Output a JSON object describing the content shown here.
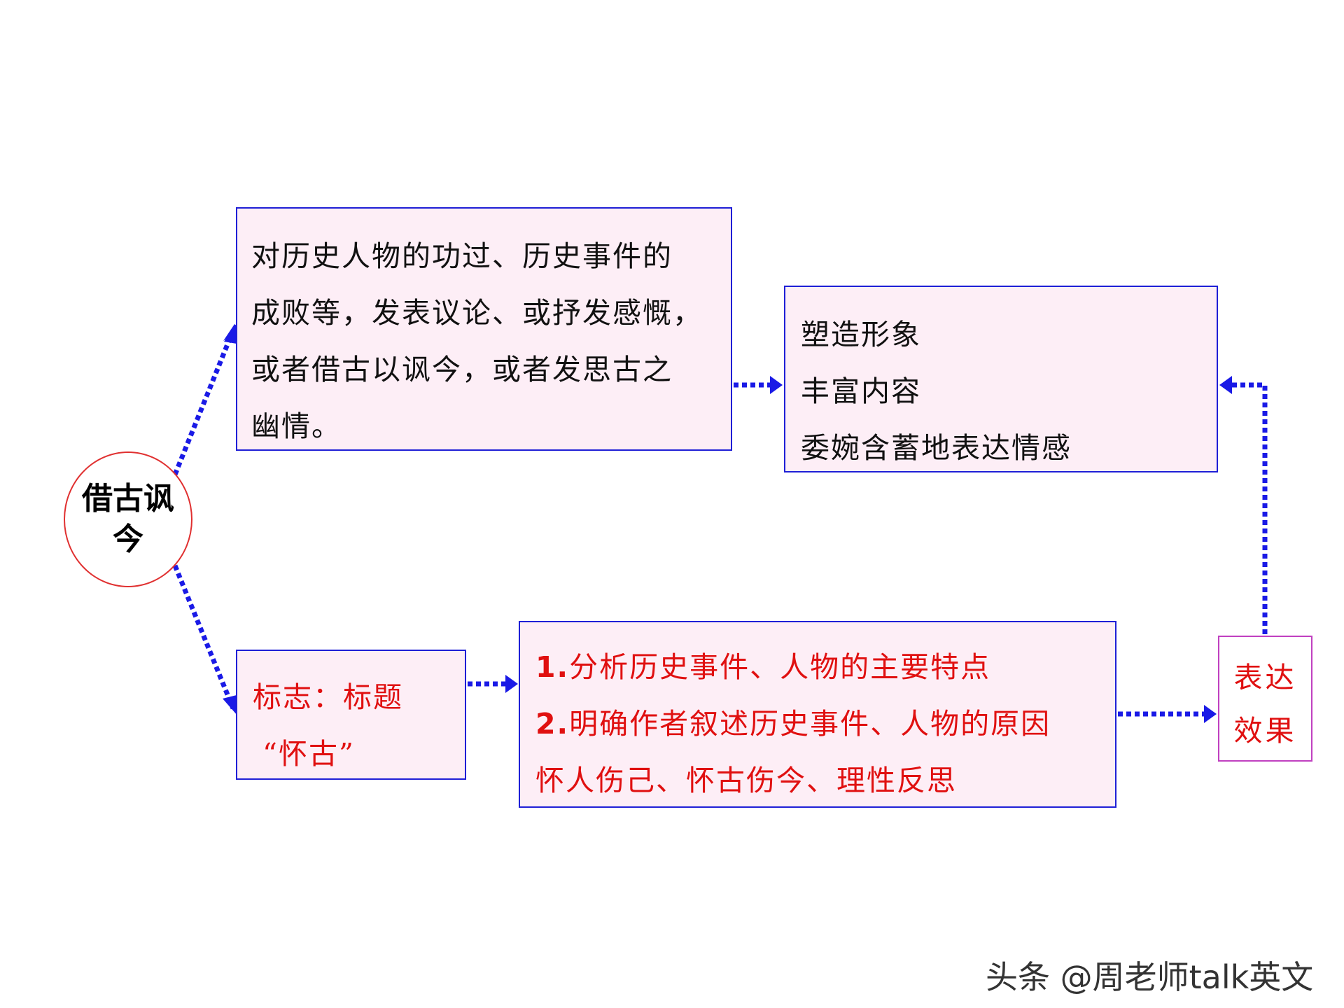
{
  "center": {
    "label": "借古讽今"
  },
  "top_box": {
    "lines": [
      "对历史人物的功过、历史事件的",
      "成败等，发表议论、或抒发感慨，",
      "或者借古以讽今，或者发思古之",
      "幽情。"
    ]
  },
  "effects_box": {
    "lines": [
      "塑造形象",
      "丰富内容",
      "委婉含蓄地表达情感"
    ]
  },
  "sign_box": {
    "line1": "标志：标题",
    "line2": "“怀古”"
  },
  "analysis_box": {
    "item1": {
      "num": "1.",
      "text": "分析历史事件、人物的主要特点"
    },
    "item2": {
      "num": "2.",
      "text": "明确作者叙述历史事件、人物的原因"
    },
    "line3": "怀人伤己、怀古伤今、理性反思"
  },
  "express_box": {
    "line1": "表达",
    "line2": "效果"
  },
  "watermark": "头条 @周老师talk英文",
  "colors": {
    "box_fill": "#fdeef6",
    "box_border": "#1f1fd6",
    "arrow": "#1a1ae6",
    "circle_border": "#e03030",
    "red_text": "#e01010",
    "express_border": "#c040c0"
  }
}
